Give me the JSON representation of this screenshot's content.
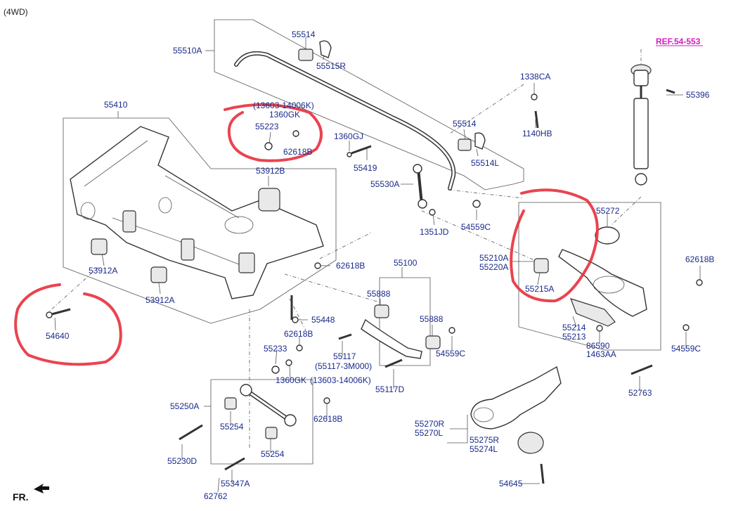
{
  "variant_label": "(4WD)",
  "ref_label": "REF.54-553",
  "front_label": "FR.",
  "labels": {
    "p55510A": "55510A",
    "p55514a": "55514",
    "p55515R": "55515R",
    "p1338CA": "1338CA",
    "p55396": "55396",
    "p55410": "55410",
    "note1": "(13603-14006K)",
    "p1360GKa": "1360GK",
    "p55223": "55223",
    "p62618Ba": "62618B",
    "p1360GJ": "1360GJ",
    "p55514b": "55514",
    "p1140HB": "1140HB",
    "p53912B": "53912B",
    "p55419": "55419",
    "p55514L": "55514L",
    "p55530A": "55530A",
    "p55272": "55272",
    "p54559Ca": "54559C",
    "p1351JD": "1351JD",
    "p55210A": "55210A",
    "p55220A": "55220A",
    "p62618Bb": "62618B",
    "p53912Aa": "53912A",
    "p62618Bc": "62618B",
    "p55100": "55100",
    "p53912Ab": "53912A",
    "p55215A": "55215A",
    "p55888a": "55888",
    "p55448": "55448",
    "p54640": "54640",
    "p55888b": "55888",
    "p62618Bd": "62618B",
    "p55214": "55214",
    "p55213": "55213",
    "p54559Cb": "54559C",
    "p86590": "86590",
    "p1463AA": "1463AA",
    "p54559Cc": "54559C",
    "p55233": "55233",
    "p55117": "55117",
    "note2": "(55117-3M000)",
    "p1360GKb": "1360GK",
    "note3": "(13603-14006K)",
    "p55117D": "55117D",
    "p52763": "52763",
    "p55250A": "55250A",
    "p62618Be": "62618B",
    "p55254a": "55254",
    "p55270R": "55270R",
    "p55270L": "55270L",
    "p55275R": "55275R",
    "p55274L": "55274L",
    "p55230D": "55230D",
    "p55254b": "55254",
    "p55347A": "55347A",
    "p54645": "54645",
    "p62762": "62762"
  }
}
